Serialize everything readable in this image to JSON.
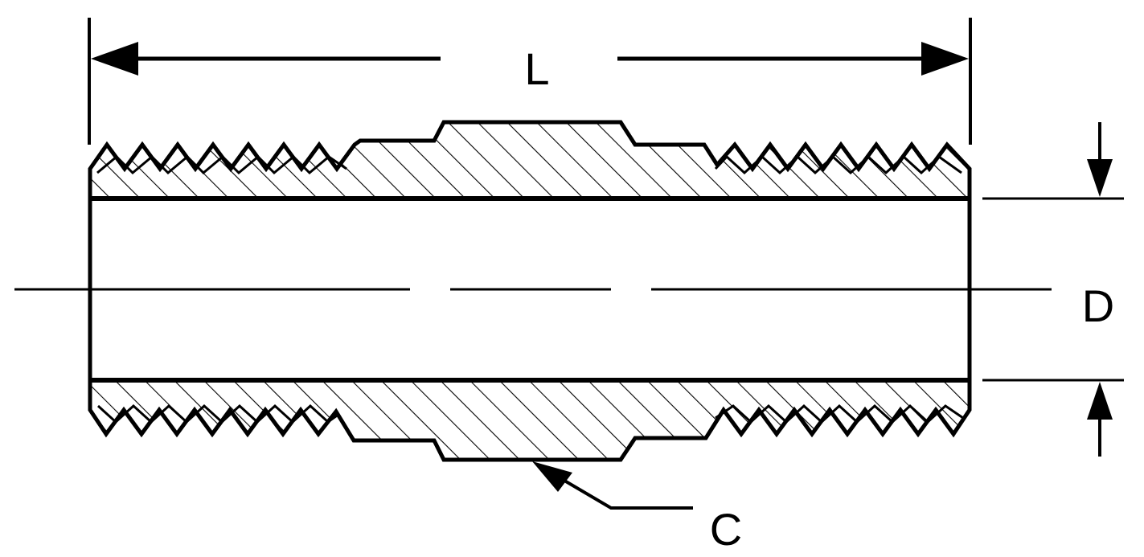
{
  "labels": {
    "length": "L",
    "diameter": "D",
    "center": "C"
  },
  "colors": {
    "line": "#000000",
    "background": "#ffffff"
  }
}
